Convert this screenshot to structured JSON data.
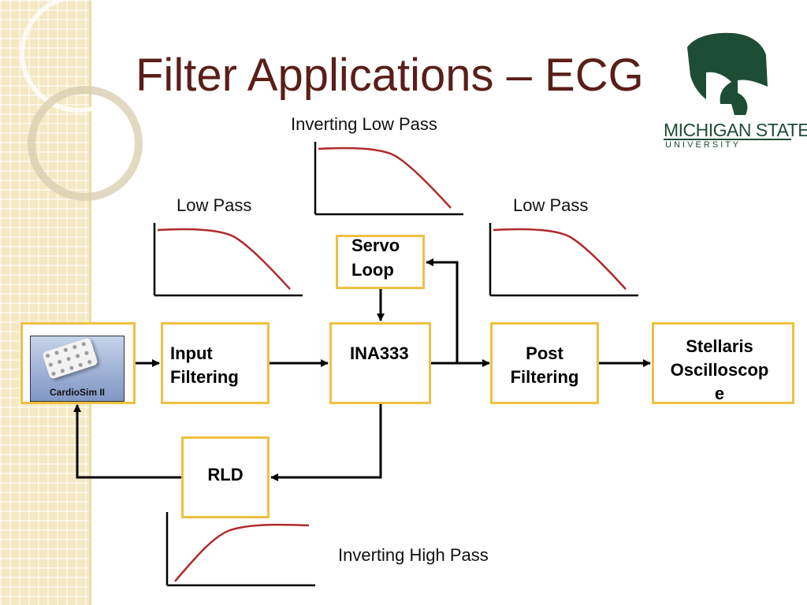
{
  "title": "Filter Applications – ECG",
  "logo": {
    "name_line1": "MICHIGAN STATE",
    "name_line2": "U N I V E R S I T Y",
    "color": "#1d4d34"
  },
  "colors": {
    "box_border": "#f0c040",
    "curve": "#b02a2a",
    "title": "#5a1e18",
    "stripe": "#f4e9c3"
  },
  "graph_labels": {
    "inverting_low_pass": "Inverting Low Pass",
    "low_pass_left": "Low Pass",
    "low_pass_right": "Low Pass",
    "inverting_high_pass": "Inverting High Pass"
  },
  "blocks": {
    "cardiosim": "CardioSim II",
    "input_filtering_1": "Input",
    "input_filtering_2": "Filtering",
    "ina333": "INA333",
    "post_filtering_1": "Post",
    "post_filtering_2": "Filtering",
    "stellaris_1": "Stellaris",
    "stellaris_2": "Oscilloscop",
    "stellaris_3": "e",
    "servo_1": "Servo",
    "servo_2": "Loop",
    "rld": "RLD"
  }
}
